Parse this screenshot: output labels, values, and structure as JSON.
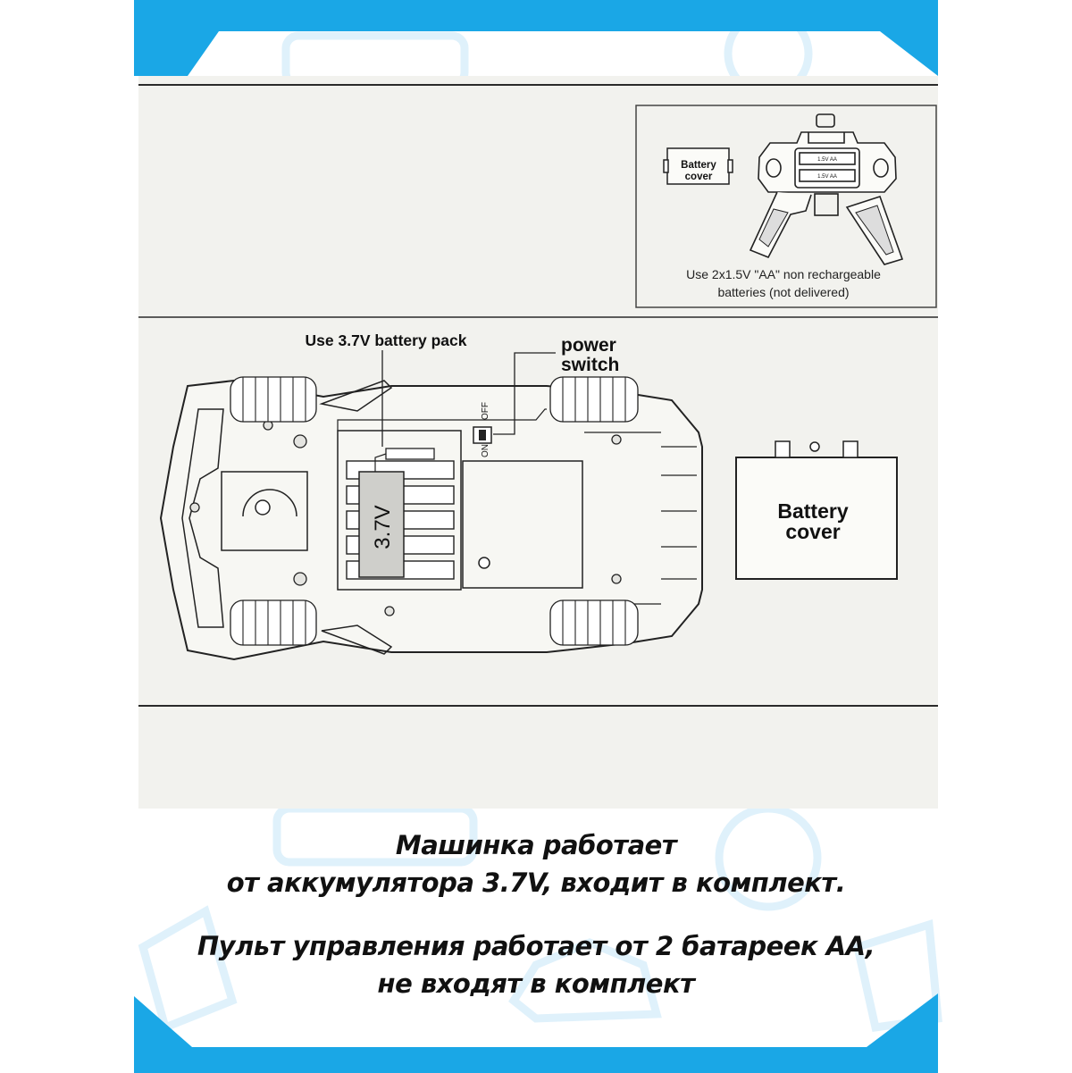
{
  "colors": {
    "frame": "#1aa7e6",
    "watermark": "#dff1fb",
    "paper": "#f2f2ee",
    "line": "#2a2a2a"
  },
  "remote_panel": {
    "battery_cover_label": [
      "Battery",
      "cover"
    ],
    "compartment_labels": [
      "1.5V AA",
      "1.5V AA"
    ],
    "note_lines": [
      "Use 2x1.5V \"AA\" non rechargeable",
      "batteries (not delivered)"
    ]
  },
  "car_panel": {
    "battery_pack_label": "Use 3.7V battery pack",
    "power_switch_label": [
      "power",
      "switch"
    ],
    "switch_off_label": "OFF",
    "switch_on_label": "ON",
    "battery_value_label": "3.7V",
    "battery_cover_label": [
      "Battery",
      "cover"
    ]
  },
  "captions": {
    "car_lines": [
      "Машинка работает",
      "от аккумулятора 3.7V, входит в комплект."
    ],
    "remote_lines": [
      "Пульт управления работает от 2 батареек АА,",
      "не входят в комплект"
    ]
  }
}
